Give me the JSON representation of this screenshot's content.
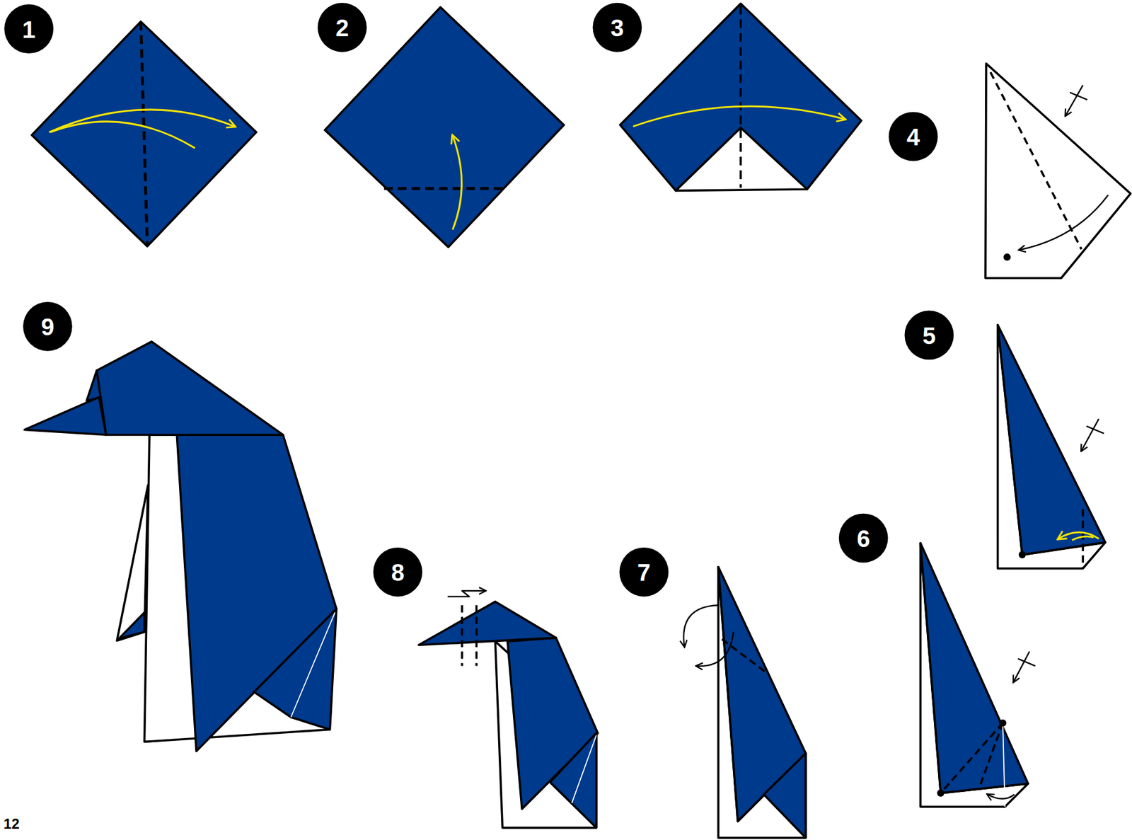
{
  "diagram": {
    "labels": [
      "1",
      "2",
      "3",
      "4",
      "5",
      "6",
      "7",
      "8",
      "9",
      "12"
    ]
  }
}
